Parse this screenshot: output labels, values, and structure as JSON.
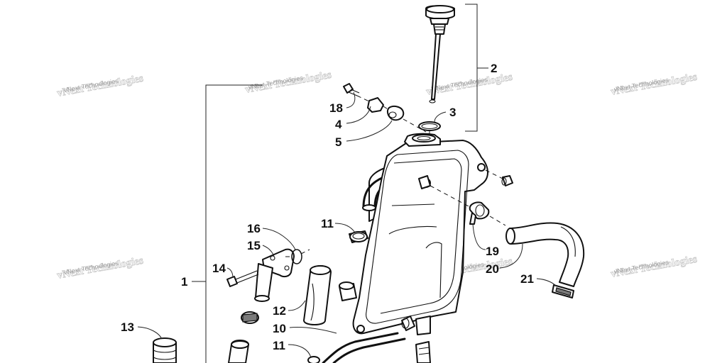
{
  "callouts": {
    "c1": "1",
    "c2": "2",
    "c3": "3",
    "c4": "4",
    "c5": "5",
    "c10": "10",
    "c11a": "11",
    "c11b": "11",
    "c12": "12",
    "c13": "13",
    "c14": "14",
    "c15": "15",
    "c16": "16",
    "c18": "18",
    "c19": "19",
    "c20": "20",
    "c21": "21"
  },
  "watermark": {
    "text": "vNext Technologies"
  }
}
